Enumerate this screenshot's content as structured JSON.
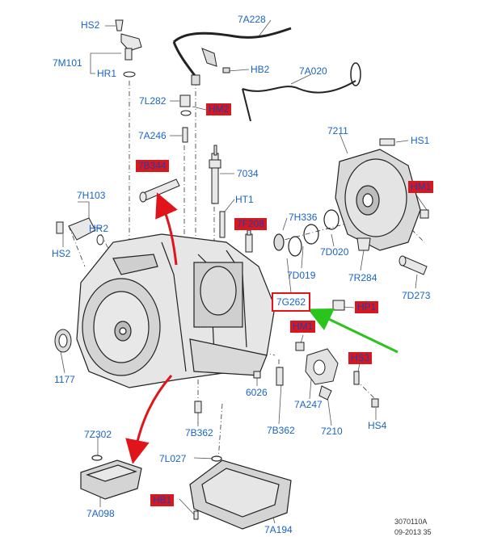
{
  "colors": {
    "label": "#1a63c7",
    "highlight_bg": "#d9181e",
    "highlight_text": "#1d3fb0",
    "red_arrow": "#e0141a",
    "green_arrow": "#29c41c"
  },
  "labels": {
    "hs2_top": "HS2",
    "a7a228": "7A228",
    "m7m101": "7M101",
    "hr1": "HR1",
    "hb2": "HB2",
    "a7a020": "7A020",
    "l7l282": "7L282",
    "hm2": "HM2",
    "a7a246": "7A246",
    "h7211": "7211",
    "hs1": "HS1",
    "b7b344": "7B344",
    "a7034": "7034",
    "hm1_right": "HM1",
    "h7h103": "7H103",
    "ht1": "HT1",
    "f7f208": "7F208",
    "h7h336": "7H336",
    "hr2": "HR2",
    "hs2_left": "HS2",
    "d7d020": "7D020",
    "d7d019": "7D019",
    "r7r284": "7R284",
    "d7d273": "7D273",
    "g7g262": "7G262",
    "hp1": "HP1",
    "hm1_mid": "HM1",
    "hs3": "HS3",
    "n1177": "1177",
    "n6026": "6026",
    "a7a247": "7A247",
    "hs4": "HS4",
    "n7210": "7210",
    "b7b362_left": "7B362",
    "b7b362_right": "7B362",
    "z7z302": "7Z302",
    "l7l027": "7L027",
    "a7a098": "7A098",
    "hb1": "HB1",
    "a7a194": "7A194"
  },
  "footer": {
    "code": "3070110A",
    "date": "09-2013 35"
  }
}
